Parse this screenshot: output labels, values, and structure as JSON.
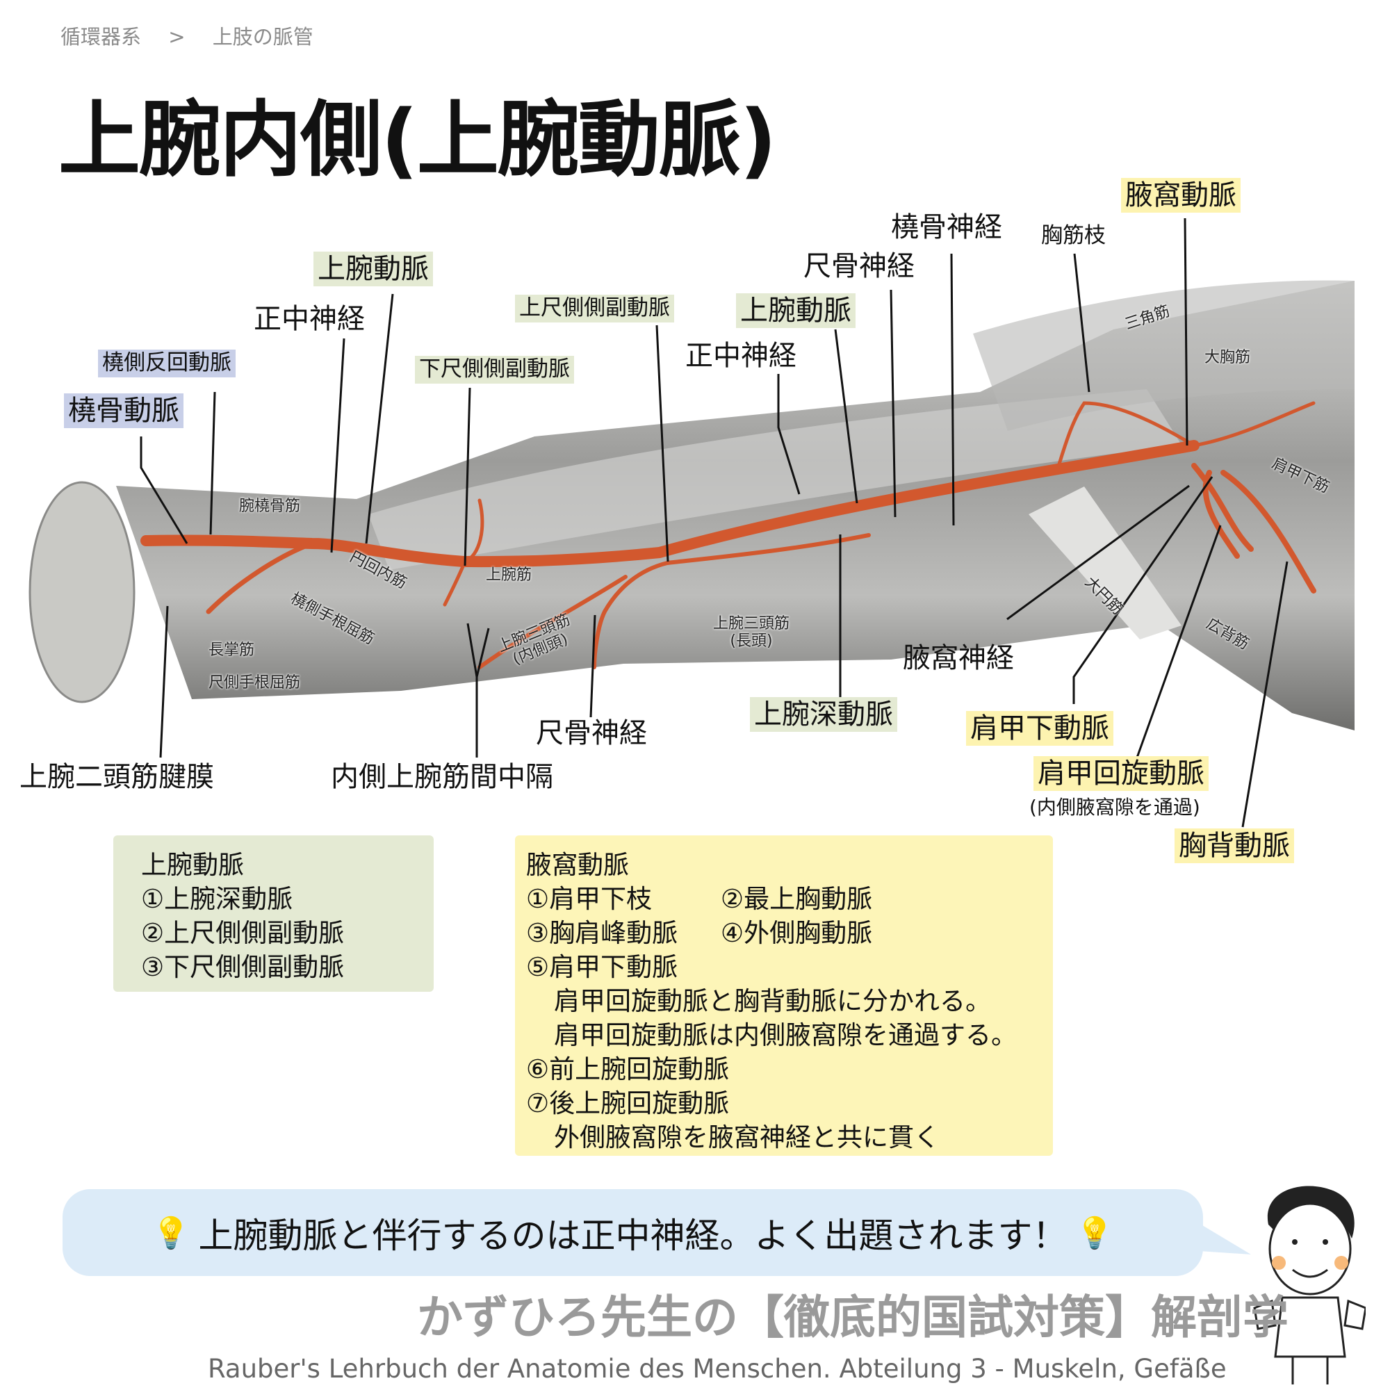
{
  "breadcrumb": {
    "items": [
      "循環器系",
      "上肢の脈管"
    ],
    "separator": ">"
  },
  "title": "上腕内側(上腕動脈)",
  "labels": {
    "axillary_artery": "腋窩動脈",
    "radial_nerve": "橈骨神経",
    "pectoral_branch": "胸筋枝",
    "ulnar_nerve_top": "尺骨神経",
    "brachial_artery_left": "上腕動脈",
    "superior_ulnar_collateral": "上尺側側副動脈",
    "brachial_artery_right": "上腕動脈",
    "median_nerve_left": "正中神経",
    "median_nerve_right": "正中神経",
    "radial_recurrent": "橈側反回動脈",
    "inferior_ulnar_collateral": "下尺側側副動脈",
    "radial_artery": "橈骨動脈",
    "axillary_nerve": "腋窩神経",
    "deep_brachial": "上腕深動脈",
    "subscapular_artery": "肩甲下動脈",
    "ulnar_nerve_bottom": "尺骨神経",
    "circumflex_scapular": "肩甲回旋動脈",
    "circumflex_scapular_note": "(内側腋窩隙を通過)",
    "thoracodorsal": "胸背動脈",
    "bicipital_aponeurosis": "上腕二頭筋腱膜",
    "medial_intermuscular_septum": "内側上腕筋間中隔"
  },
  "muscles": {
    "brachioradialis": "腕橈骨筋",
    "pronator_teres": "円回内筋",
    "brachialis": "上腕筋",
    "fcr": "橈側手根屈筋",
    "palmaris_longus": "長掌筋",
    "fcu": "尺側手根屈筋",
    "triceps_medial": "上腕三頭筋",
    "triceps_medial_sub": "(内側頭)",
    "triceps_long": "上腕三頭筋",
    "triceps_long_sub": "(長頭)",
    "deltoid": "三角筋",
    "pectoralis_major": "大胸筋",
    "subscapularis": "肩甲下筋",
    "teres_major": "大円筋",
    "latissimus": "広背筋"
  },
  "box_brachial": {
    "lines": [
      "上腕動脈",
      "①上腕深動脈",
      "②上尺側側副動脈",
      "③下尺側側副動脈"
    ]
  },
  "box_axillary": {
    "heading": "腋窩動脈",
    "r1a": "①肩甲下枝",
    "r1b": "②最上胸動脈",
    "r2a": "③胸肩峰動脈",
    "r2b": "④外側胸動脈",
    "l5": "⑤肩甲下動脈",
    "l5a": "肩甲回旋動脈と胸背動脈に分かれる。",
    "l5b": "肩甲回旋動脈は内側腋窩隙を通過する。",
    "l6": "⑥前上腕回旋動脈",
    "l7": "⑦後上腕回旋動脈",
    "l7a": "外側腋窩隙を腋窩神経と共に貫く"
  },
  "tip": "上腕動脈と伴行するのは正中神経。よく出題されます！",
  "footer": {
    "title": "かずひろ先生の【徹底的国試対策】解剖学",
    "citation": "Rauber's Lehrbuch der Anatomie des Menschen. Abteilung 3 - Muskeln, Gefäße"
  },
  "colors": {
    "artery": "#d2582e",
    "green_hl": "#e4ead3",
    "blue_hl": "#c8cfe8",
    "yellow_hl": "#fdf3b0",
    "bubble": "#dcebf8"
  }
}
